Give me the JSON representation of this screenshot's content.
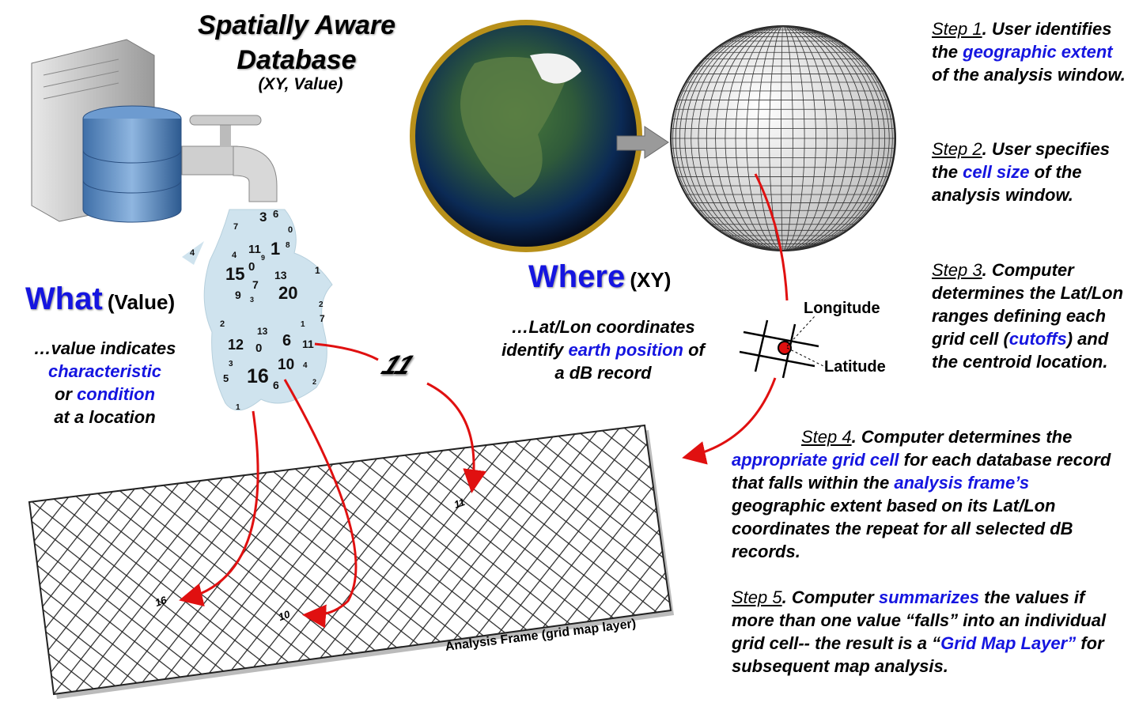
{
  "title": {
    "line1": "Spatially Aware",
    "line2": "Database",
    "subtitle": "(XY, Value)"
  },
  "what": {
    "heading": "What",
    "paren": "(Value)",
    "l1": "…value indicates",
    "l2": "characteristic",
    "l3a": "or ",
    "l3b": "condition",
    "l4": "at a location"
  },
  "where": {
    "heading": "Where",
    "paren": "(XY)",
    "l1": "…Lat/Lon coordinates",
    "l2a": "identify ",
    "l2b": "earth position",
    "l2c": " of",
    "l3": "a dB record"
  },
  "labels": {
    "longitude": "Longitude",
    "latitude": "Latitude",
    "frame": "Analysis Frame (grid map layer)",
    "flying_value": "11",
    "cell_11": "11",
    "cell_16": "16",
    "cell_10": "10"
  },
  "splash_values": [
    "3",
    "6",
    "7",
    "0",
    "11",
    "1",
    "8",
    "4",
    "9",
    "4",
    "15",
    "0",
    "13",
    "1",
    "7",
    "9",
    "20",
    "3",
    "2",
    "7",
    "2",
    "1",
    "13",
    "12",
    "0",
    "6",
    "11",
    "3",
    "10",
    "4",
    "5",
    "16",
    "6",
    "2",
    "1"
  ],
  "steps": [
    {
      "label": "Step 1",
      "parts": [
        ". User identifies the ",
        "geographic extent",
        " of the analysis window."
      ]
    },
    {
      "label": "Step 2",
      "parts": [
        ". User specifies the ",
        "cell size",
        " of the analysis window."
      ]
    },
    {
      "label": "Step 3",
      "parts": [
        ". Computer determines the Lat/Lon ranges defining each grid cell (",
        "cutoffs",
        ") and the centroid location."
      ]
    },
    {
      "label": "Step 4",
      "parts": [
        ". Computer determines the ",
        "appropriate grid cell",
        " for each database record that falls within the ",
        "analysis frame’s",
        " geographic extent based on its Lat/Lon coordinates the repeat for all selected dB records."
      ]
    },
    {
      "label": "Step 5",
      "parts": [
        ". Computer ",
        "summarizes",
        " the values if more than one value “falls” into an individual grid cell-- the result is a “",
        "Grid Map Layer”",
        " for subsequent map analysis."
      ]
    }
  ],
  "colors": {
    "accent": "#1515e0",
    "arrow": "#e01010"
  }
}
